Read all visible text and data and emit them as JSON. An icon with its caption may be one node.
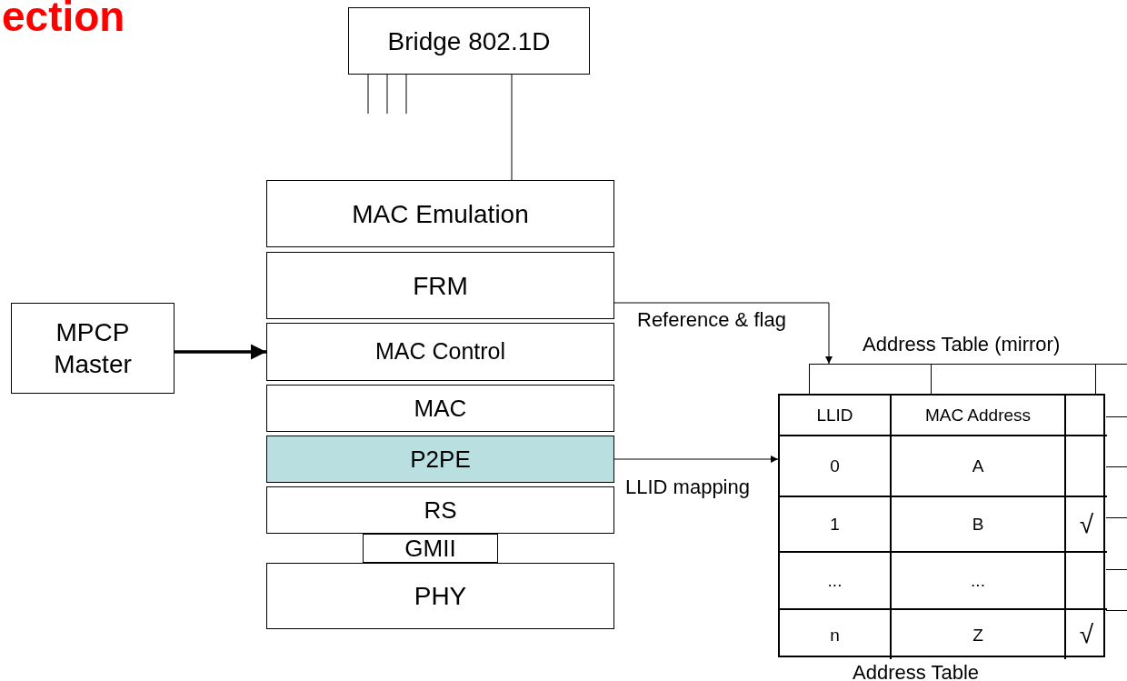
{
  "diagram": {
    "title": "ection",
    "nodes": [
      {
        "text": [
          "Bridge 802.1D"
        ]
      },
      {
        "text": [
          "MAC Emulation"
        ]
      },
      {
        "text": [
          "FRM"
        ]
      },
      {
        "text": [
          "MPCP Master"
        ]
      },
      {
        "text": [
          "MAC Control"
        ]
      },
      {
        "text": [
          "MAC"
        ]
      },
      {
        "text": [
          "P2PE"
        ]
      },
      {
        "text": [
          "RS"
        ]
      },
      {
        "text": [
          "GMII"
        ]
      },
      {
        "text": [
          "PHY"
        ]
      },
      {
        "text": [
          "Address Table (mirror)"
        ]
      },
      {
        "text": [
          "Address Table"
        ]
      }
    ],
    "edges": [
      {
        "from": 0,
        "to": 1,
        "arrow": "none"
      },
      {
        "from": 0,
        "to": null,
        "arrow": "none"
      },
      {
        "from": 0,
        "to": null,
        "arrow": "none"
      },
      {
        "from": 0,
        "to": null,
        "arrow": "none"
      },
      {
        "from": 3,
        "to": 4,
        "arrow": "to",
        "style": "thick"
      },
      {
        "from": 2,
        "to": 10,
        "arrow": "to",
        "label": "Reference & flag"
      },
      {
        "from": 6,
        "to": 11,
        "arrow": "to",
        "label": "LLID mapping"
      }
    ],
    "labels": [
      "LLID",
      "MAC Address",
      "0",
      "A",
      "1",
      "B",
      "√",
      "...",
      "...",
      "n",
      "Z",
      "√"
    ]
  }
}
